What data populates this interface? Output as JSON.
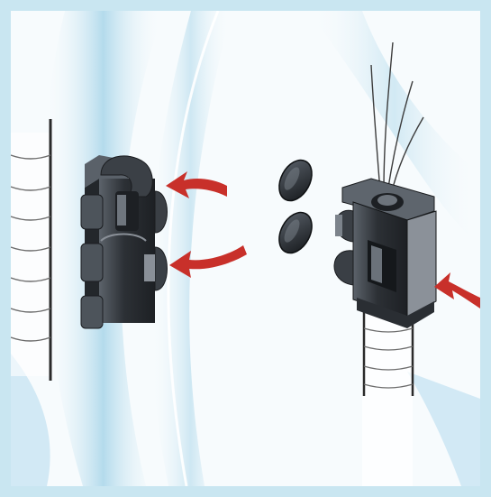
{
  "colors": {
    "frame": "#c9e6f1",
    "background": "#f7fbfd",
    "glass_streak": "#a9d6ea",
    "part_dark": "#2f3338",
    "part_mid": "#4a5058",
    "part_light": "#7b828b",
    "arrow": "#c8302a",
    "rod_stroke": "#3a3a3a"
  },
  "illustration": {
    "left_assembly": "clip-bracket",
    "right_assembly": "hinge-block-with-screw-hole",
    "arrows": [
      "arrow-left-upper",
      "arrow-left-lower",
      "arrow-right-edge"
    ],
    "discs": [
      "disc-upper",
      "disc-lower"
    ]
  }
}
